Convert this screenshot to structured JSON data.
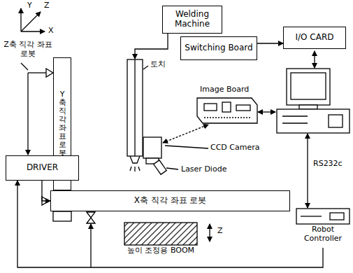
{
  "diagram": {
    "nodes": [
      {
        "text": [
          "Welding Machine"
        ]
      },
      {
        "text": [
          "Switching Board"
        ]
      },
      {
        "text": [
          "I/O CARD"
        ]
      },
      {
        "text": [
          "Y축 직각 좌표 로봇"
        ]
      },
      {
        "text": [
          "DRIVER"
        ]
      },
      {
        "text": [
          "X축 직각 좌표 로봇"
        ]
      },
      {
        "text": [
          "높이 조정용 BOOM"
        ]
      },
      {
        "text": [
          "Robot Controller"
        ]
      }
    ],
    "edges": [
      {
        "from": 4,
        "to": 5,
        "arrow": "to"
      },
      {
        "from": 7,
        "to": 4,
        "arrow": "to"
      },
      {
        "from": 1,
        "to": 2,
        "arrow": "to"
      }
    ],
    "labels": [
      "Y",
      "Z",
      "X",
      "Z축 직각 좌표 로봇",
      "토치",
      "Image Board",
      "CCD Camera",
      "Laser Diode",
      "RS232c",
      "Z"
    ]
  }
}
